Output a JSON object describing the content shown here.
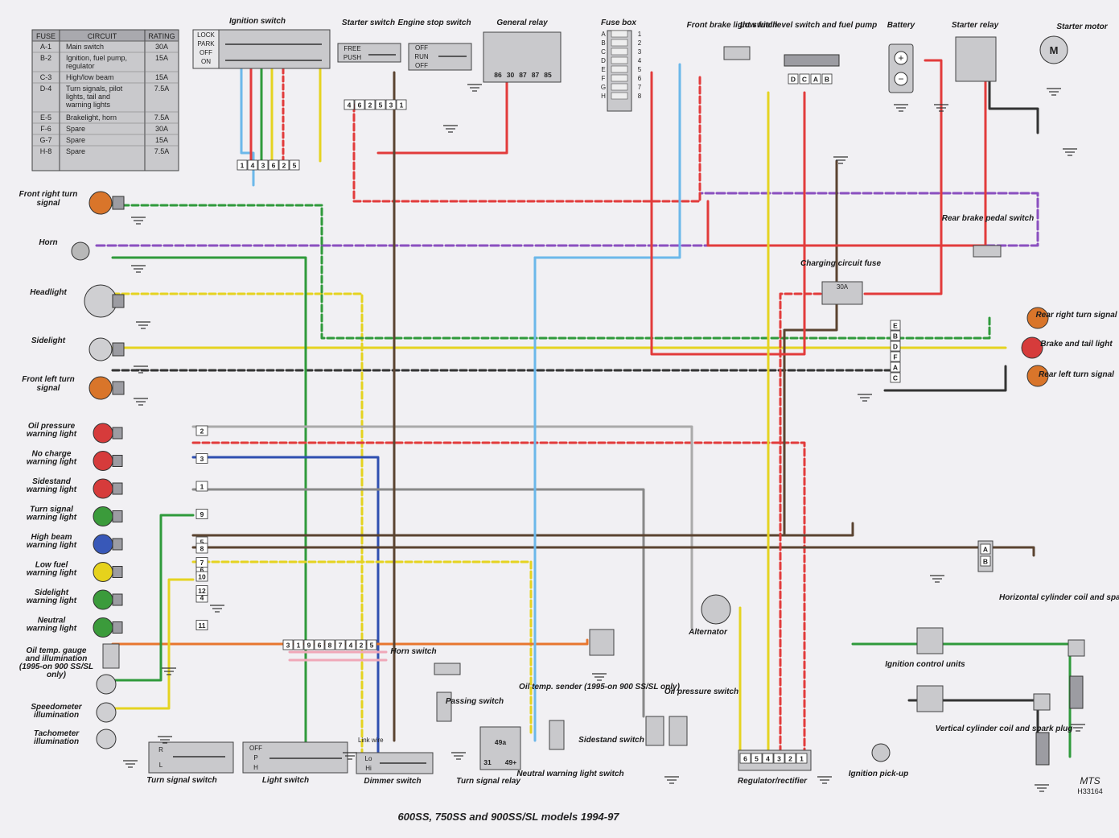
{
  "title": "600SS, 750SS and 900SS/SL models 1994-97",
  "credit": {
    "mark": "MTS",
    "ref": "H33164"
  },
  "fuse_table": {
    "headers": [
      "FUSE",
      "CIRCUIT",
      "RATING"
    ],
    "rows": [
      [
        "A-1",
        "Main switch",
        "30A"
      ],
      [
        "B-2",
        "Ignition, fuel pump, regulator",
        "15A"
      ],
      [
        "C-3",
        "High/low beam",
        "15A"
      ],
      [
        "D-4",
        "Turn signals, pilot lights, tail and warning lights",
        "7.5A"
      ],
      [
        "E-5",
        "Brakelight, horn",
        "7.5A"
      ],
      [
        "F-6",
        "Spare",
        "30A"
      ],
      [
        "G-7",
        "Spare",
        "15A"
      ],
      [
        "H-8",
        "Spare",
        "7.5A"
      ]
    ]
  },
  "components_top": {
    "ignition_switch": {
      "label": "Ignition switch",
      "positions": [
        "LOCK",
        "PARK",
        "OFF",
        "ON"
      ]
    },
    "starter_switch": {
      "label": "Starter switch",
      "positions": [
        "FREE",
        "PUSH"
      ]
    },
    "engine_stop_switch": {
      "label": "Engine stop switch",
      "positions": [
        "OFF",
        "RUN",
        "OFF"
      ]
    },
    "general_relay": {
      "label": "General relay",
      "pins": [
        "86",
        "30",
        "87",
        "87",
        "85"
      ]
    },
    "fuse_box": {
      "label": "Fuse box",
      "letters": [
        "A",
        "B",
        "C",
        "D",
        "E",
        "F",
        "G",
        "H"
      ],
      "numbers": [
        "1",
        "2",
        "3",
        "4",
        "5",
        "6",
        "7",
        "8"
      ]
    },
    "front_brake_switch": {
      "label": "Front brake light switch"
    },
    "low_fuel_switch": {
      "label": "Low fuel level switch and fuel pump",
      "pins": [
        "D",
        "C",
        "A",
        "B"
      ]
    },
    "battery": {
      "label": "Battery"
    },
    "starter_relay": {
      "label": "Starter relay"
    },
    "starter_motor": {
      "label": "Starter motor"
    }
  },
  "connector_top": [
    "4",
    "6",
    "2",
    "5",
    "3",
    "1"
  ],
  "connector_ign": [
    "1",
    "4",
    "3",
    "6",
    "2",
    "5"
  ],
  "left_components": [
    {
      "name": "front-right-turn",
      "label": "Front right turn signal",
      "color": "#d9752a"
    },
    {
      "name": "horn",
      "label": "Horn",
      "color": "#b8b8b8"
    },
    {
      "name": "headlight",
      "label": "Headlight",
      "color": "#cfcfd2"
    },
    {
      "name": "sidelight",
      "label": "Sidelight",
      "color": "#cfcfd2"
    },
    {
      "name": "front-left-turn",
      "label": "Front left turn signal",
      "color": "#d9752a"
    }
  ],
  "warning_lights": [
    {
      "label": "Oil pressure warning light",
      "color": "#d63b3b",
      "pin": "2"
    },
    {
      "label": "No charge warning light",
      "color": "#d63b3b",
      "pin": "3"
    },
    {
      "label": "Sidestand warning light",
      "color": "#d63b3b",
      "pin": "1"
    },
    {
      "label": "Turn signal warning light",
      "color": "#3b9b3b",
      "pin": "9"
    },
    {
      "label": "High beam warning light",
      "color": "#3858b8",
      "pin": "5"
    },
    {
      "label": "Low fuel warning light",
      "color": "#e6d21c",
      "pin": "6"
    },
    {
      "label": "Sidelight warning light",
      "color": "#3b9b3b",
      "pin": "4"
    },
    {
      "label": "Neutral warning light",
      "color": "#3b9b3b",
      "pin": "11"
    }
  ],
  "extra_pins": [
    "8",
    "7",
    "10",
    "12"
  ],
  "lower_left": [
    {
      "label": "Oil temp. gauge and illumination (1995-on 900 SS/SL only)"
    },
    {
      "label": "Speedometer illumination"
    },
    {
      "label": "Tachometer illumination"
    }
  ],
  "connector_mid": [
    "3",
    "1",
    "9",
    "6",
    "8",
    "7",
    "4",
    "2",
    "5"
  ],
  "switches_bottom": {
    "turn_signal_switch": {
      "label": "Turn signal switch",
      "positions": [
        "R",
        "L"
      ]
    },
    "light_switch": {
      "label": "Light switch",
      "positions": [
        "OFF",
        "P",
        "H"
      ]
    },
    "dimmer_switch": {
      "label": "Dimmer switch",
      "positions": [
        "Lo",
        "Hi"
      ],
      "note": "Link wire"
    },
    "turn_signal_relay": {
      "label": "Turn signal relay",
      "pins": [
        "49a",
        "31",
        "49+"
      ]
    },
    "horn_switch": {
      "label": "Horn switch"
    },
    "passing_switch": {
      "label": "Passing switch"
    },
    "neutral_switch": {
      "label": "Neutral warning light switch"
    },
    "oil_temp_sender": {
      "label": "Oil temp. sender (1995-on 900 SS/SL only)"
    },
    "sidestand_switch": {
      "label": "Sidestand switch"
    },
    "oil_pressure_switch": {
      "label": "Oil pressure switch"
    },
    "alternator": {
      "label": "Alternator"
    },
    "regulator": {
      "label": "Regulator/rectifier",
      "pins": [
        "6",
        "5",
        "4",
        "3",
        "2",
        "1"
      ]
    }
  },
  "right_side": {
    "rear_brake_switch": {
      "label": "Rear brake pedal switch"
    },
    "charging_fuse": {
      "label": "Charging circuit fuse",
      "rating": "30A"
    },
    "rear_conn": [
      "E",
      "B",
      "D",
      "F",
      "A",
      "C"
    ],
    "rear_right_turn": {
      "label": "Rear right turn signal"
    },
    "brake_tail": {
      "label": "Brake and tail light"
    },
    "rear_left_turn": {
      "label": "Rear left turn signal"
    },
    "ign_conn": [
      "A",
      "B"
    ],
    "ignition_units": {
      "label": "Ignition control units"
    },
    "horizontal_coil": {
      "label": "Horizontal cylinder coil and spark plug"
    },
    "vertical_coil": {
      "label": "Vertical cylinder coil and spark plug"
    },
    "ignition_pickup": {
      "label": "Ignition pick-up"
    }
  }
}
